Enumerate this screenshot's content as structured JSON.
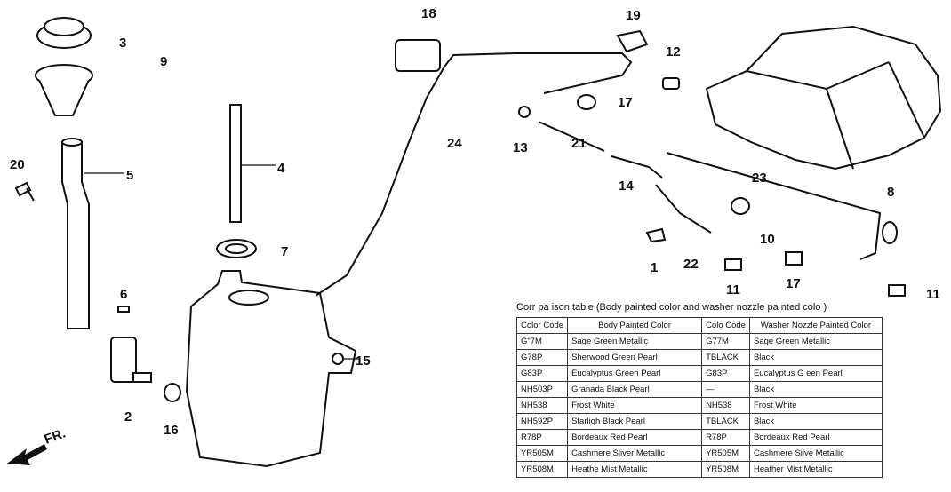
{
  "callouts": [
    "18",
    "19",
    "12",
    "3",
    "9",
    "17",
    "13",
    "24",
    "21",
    "14",
    "23",
    "8",
    "20",
    "5",
    "4",
    "7",
    "10",
    "22",
    "1",
    "11",
    "17",
    "11",
    "6",
    "15",
    "2",
    "16"
  ],
  "direction_label": "FR.",
  "table": {
    "title": "Corr pa ison table (Body painted color and washer nozzle pa nted colo )",
    "headers": [
      "Color Code",
      "Body Painted Color",
      "Colo Code",
      "Washer Nozzle Painted Color"
    ],
    "rows": [
      [
        "G\"7M",
        "Sage Green Metallic",
        "G77M",
        "Sage Green Metallic"
      ],
      [
        "G78P",
        "Sherwood Green Pearl",
        "TBLACK",
        "Black"
      ],
      [
        "G83P",
        "Eucalyptus Green Pearl",
        "G83P",
        "Eucalyptus G een Pearl"
      ],
      [
        "NH503P",
        "Granada Black Pearl",
        "—",
        "Black"
      ],
      [
        "NH538",
        "Frost White",
        "NH538",
        "Frost White"
      ],
      [
        "NH592P",
        "Starligh  Black Pearl",
        "TBLACK",
        "Black"
      ],
      [
        "R78P",
        "Bordeaux Red Pearl",
        "R78P",
        "Bordeaux Red Pearl"
      ],
      [
        "YR505M",
        "Cashmere Sliver Metallic",
        "YR505M",
        "Cashmere Silve  Metallic"
      ],
      [
        "YR508M",
        "Heathe  Mist Metallic",
        "YR508M",
        "Heather Mist Metallic"
      ]
    ]
  }
}
